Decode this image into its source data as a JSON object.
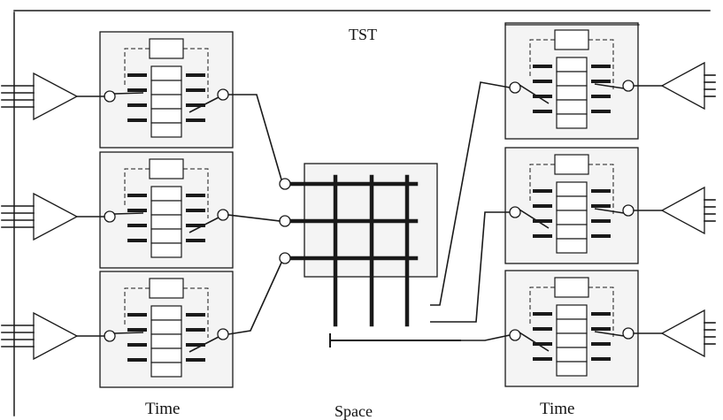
{
  "diagram": {
    "title": "TST",
    "labels": {
      "time_left": "Time",
      "space": "Space",
      "time_right": "Time"
    }
  },
  "colors": {
    "line": "#1a1a1a",
    "panel_fill": "#f4f4f4",
    "background": "#ffffff"
  }
}
